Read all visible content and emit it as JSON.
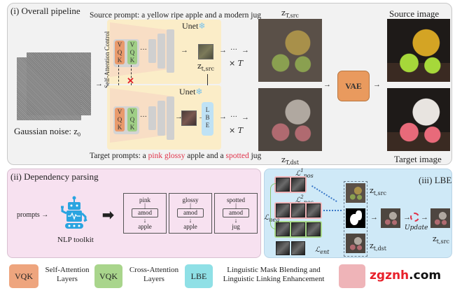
{
  "pipeline": {
    "title": "(i) Overall pipeline",
    "source_prompt": "Source prompt: a yellow ripe apple and a modern jug",
    "target_prompt_parts": [
      {
        "text": "Target prompts: a ",
        "highlight": false
      },
      {
        "text": "pink glossy",
        "highlight": true
      },
      {
        "text": " apple and a ",
        "highlight": false
      },
      {
        "text": "spotted",
        "highlight": true
      },
      {
        "text": " jug",
        "highlight": false
      }
    ],
    "noise_label": "Gaussian noise: z",
    "noise_sub": "0",
    "unet_label": "Unet",
    "freeze_icon": "❄",
    "vqk_letters": [
      "V",
      "Q",
      "K"
    ],
    "ellipsis": "···",
    "self_attention_control": "Self-Attention Control",
    "z_t_src": {
      "base": "z",
      "sub": "t,src"
    },
    "z_T_src": {
      "base": "z",
      "sub": "T,src"
    },
    "z_T_dst": {
      "base": "z",
      "sub": "T,dst"
    },
    "times_T": "× T",
    "lbe_letters": [
      "L",
      "B",
      "E"
    ],
    "vae_label": "VAE",
    "source_image_label": "Source image",
    "target_image_label": "Target image",
    "cross_mark": "✕"
  },
  "dependency": {
    "title": "(ii) Dependency parsing",
    "prompts_label": "prompts",
    "toolkit_label": "NLP toolkit",
    "relation_label": "amod",
    "parses": [
      {
        "modifier": "pink",
        "head": "apple"
      },
      {
        "modifier": "glossy",
        "head": "apple"
      },
      {
        "modifier": "spotted",
        "head": "jug"
      }
    ]
  },
  "lbe": {
    "title": "(iii) LBE",
    "loss_pos1": {
      "base": "ℒ",
      "sub": "pos",
      "sup": "1"
    },
    "loss_pos2": {
      "base": "ℒ",
      "sub": "pos",
      "sup": "2"
    },
    "loss_neg": {
      "base": "ℒ",
      "sub": "neg"
    },
    "loss_ent": {
      "base": "ℒ",
      "sub": "ent"
    },
    "z_t_src": {
      "base": "z",
      "sub": "t,src"
    },
    "z_t_dst": {
      "base": "z",
      "sub": "t,dst"
    },
    "update_label": "Update",
    "output_label": {
      "base": "z",
      "sub": "t,src"
    }
  },
  "legend": [
    {
      "swatch": "VQK",
      "label_line1": "Self-Attention",
      "label_line2": "Layers",
      "color": "#eea57e"
    },
    {
      "swatch": "VQK",
      "label_line1": "Cross-Attention",
      "label_line2": "Layers",
      "color": "#a9d58c"
    },
    {
      "swatch": "LBE",
      "label_line1": "Linguistic Mask Blending and",
      "label_line2": "Linguistic Linking Enhancement",
      "color": "#8fe0e6"
    },
    {
      "swatch": "",
      "label_line1": "",
      "label_line2": "",
      "color": "#efb4b8"
    }
  ],
  "watermark": {
    "part1": "zgznh",
    "part2": ".com",
    "color1": "#e8202a",
    "color2": "#111111"
  }
}
